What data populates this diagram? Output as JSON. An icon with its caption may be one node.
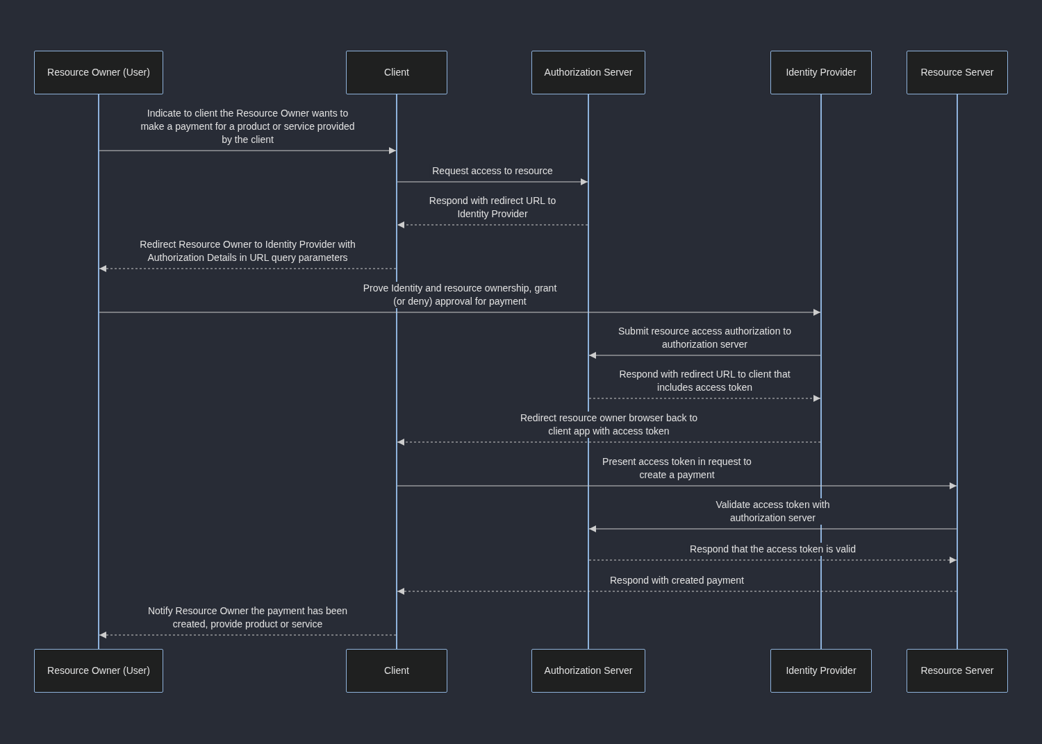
{
  "diagram": {
    "nodes": [
      {
        "text": [
          "Resource Owner (User)"
        ]
      },
      {
        "text": [
          "Client"
        ]
      },
      {
        "text": [
          "Authorization Server"
        ]
      },
      {
        "text": [
          "Identity Provider"
        ]
      },
      {
        "text": [
          "Resource Server"
        ]
      },
      {
        "text": [
          "Resource Owner (User)"
        ]
      },
      {
        "text": [
          "Client"
        ]
      },
      {
        "text": [
          "Authorization Server"
        ]
      },
      {
        "text": [
          "Identity Provider"
        ]
      },
      {
        "text": [
          "Resource Server"
        ]
      },
      {
        "text": [],
        "shape": "bar"
      },
      {
        "text": [],
        "shape": "bar"
      },
      {
        "text": [],
        "shape": "bar"
      },
      {
        "text": [],
        "shape": "bar"
      },
      {
        "text": [],
        "shape": "bar"
      }
    ],
    "edges": [
      {
        "from": 10,
        "to": 11,
        "arrow": "to",
        "label": "Indicate to client the Resource Owner wants to make a payment for a product or service provided by the client"
      },
      {
        "from": 11,
        "to": 12,
        "arrow": "to",
        "label": "Request access to resource"
      },
      {
        "from": 12,
        "to": 11,
        "arrow": "to",
        "style": "dashed",
        "label": "Respond with redirect URL to Identity Provider"
      },
      {
        "from": 11,
        "to": 10,
        "arrow": "to",
        "style": "dashed",
        "label": "Redirect Resource Owner to Identity Provider with Authorization Details in URL query parameters"
      },
      {
        "from": 10,
        "to": 13,
        "arrow": "to",
        "label": "Prove Identity and resource ownership, grant (or deny) approval for payment"
      },
      {
        "from": 13,
        "to": 12,
        "arrow": "to",
        "label": "Submit resource access authorization to authorization server"
      },
      {
        "from": 12,
        "to": 13,
        "arrow": "to",
        "style": "dashed",
        "label": "Respond with redirect URL to client that includes access token"
      },
      {
        "from": 13,
        "to": 11,
        "arrow": "to",
        "style": "dashed",
        "label": "Redirect resource owner browser back to client app with access token"
      },
      {
        "from": 11,
        "to": 14,
        "arrow": "to",
        "label": "Present access token in request to create a payment"
      },
      {
        "from": 14,
        "to": 12,
        "arrow": "to",
        "label": "Validate access token with authorization server"
      },
      {
        "from": 12,
        "to": 14,
        "arrow": "to",
        "style": "dashed",
        "label": "Respond that the access token is valid"
      },
      {
        "from": 14,
        "to": 11,
        "arrow": "to",
        "style": "dashed",
        "label": "Respond with created payment"
      },
      {
        "from": 11,
        "to": 10,
        "arrow": "to",
        "style": "dashed",
        "label": "Notify Resource Owner the payment has been created, provide product or service"
      }
    ]
  }
}
